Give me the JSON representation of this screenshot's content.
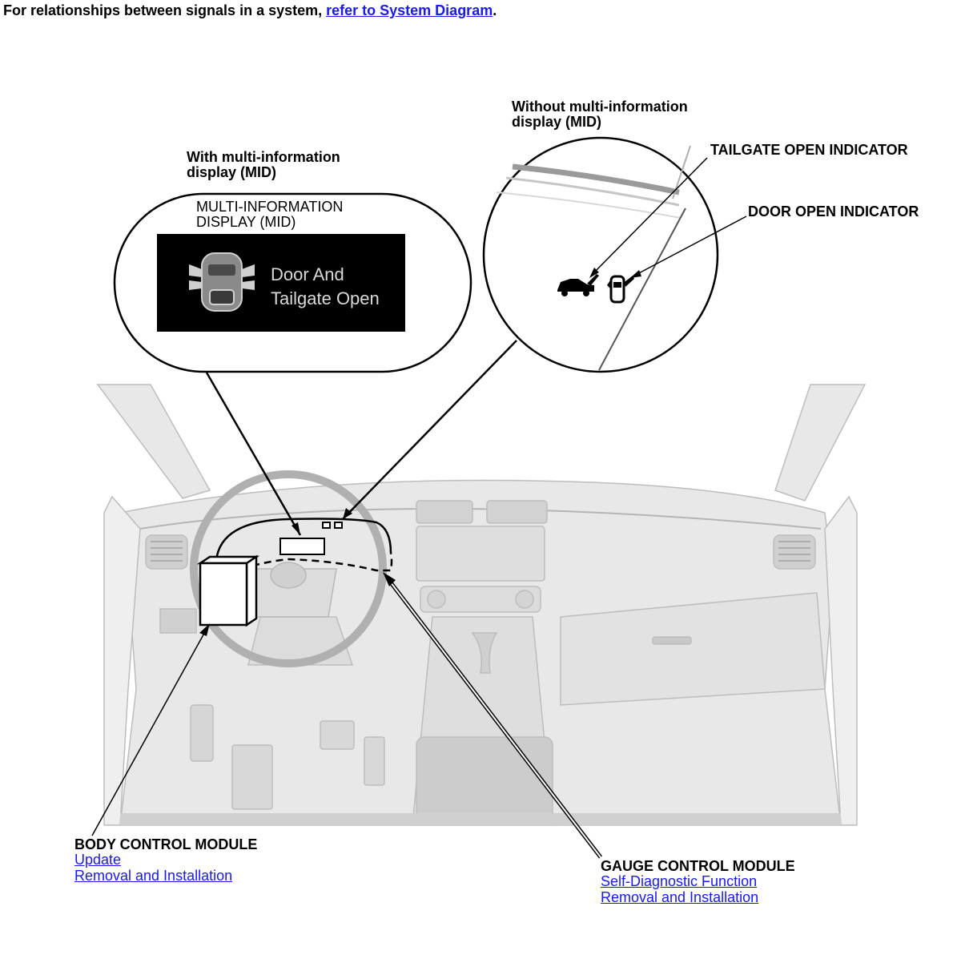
{
  "intro": {
    "text": "For relationships between signals in a system, ",
    "link": "refer to System Diagram",
    "suffix": "."
  },
  "labels": {
    "with_mid": [
      "With multi-information",
      "display (MID)"
    ],
    "mid_title": [
      "MULTI-INFORMATION",
      "DISPLAY (MID)"
    ],
    "mid_screen": [
      "Door And",
      "Tailgate Open"
    ],
    "without_mid": [
      "Without multi-information",
      "display (MID)"
    ],
    "tailgate_indicator": "TAILGATE OPEN INDICATOR",
    "door_indicator": "DOOR OPEN INDICATOR"
  },
  "modules": {
    "body": {
      "title": "BODY CONTROL MODULE",
      "links": [
        "Update",
        "Removal and Installation"
      ]
    },
    "gauge": {
      "title": "GAUGE CONTROL MODULE",
      "links": [
        "Self-Diagnostic Function",
        "Removal and Installation"
      ]
    }
  },
  "colors": {
    "link": "#1a1aee",
    "dash_fill": "#e6e6e6",
    "dash_line": "#c4c4c4",
    "mid_bg": "#000000"
  },
  "icons": [
    "tailgate-open-icon",
    "door-open-icon",
    "car-top-view-icon",
    "steering-wheel-icon"
  ]
}
